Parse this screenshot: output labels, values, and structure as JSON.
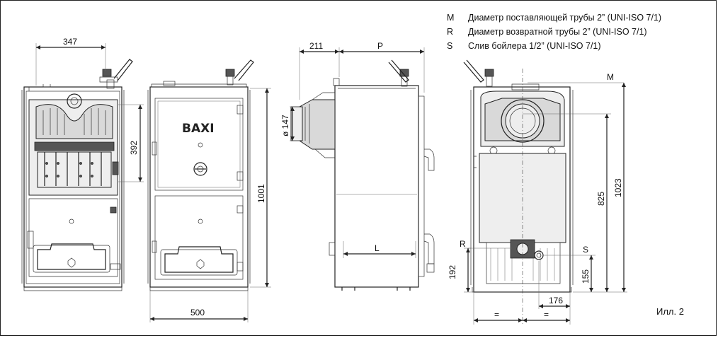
{
  "legend": [
    {
      "code": "M",
      "text": "Диаметр поставляющей трубы 2” (UNI-ISO 7/1)"
    },
    {
      "code": "R",
      "text": "Диаметр возвратной трубы 2” (UNI-ISO 7/1)"
    },
    {
      "code": "S",
      "text": "Слив бойлера 1/2” (UNI-ISO 7/1)"
    }
  ],
  "brand": "BAXI",
  "caption": "Илл. 2",
  "dimensions": {
    "d347": "347",
    "d392": "392",
    "d500": "500",
    "d1001": "1001",
    "d211": "211",
    "dP": "P",
    "d147": "ø 147",
    "dL": "L",
    "d825": "825",
    "d1023": "1023",
    "d192": "192",
    "d155": "155",
    "d176": "176",
    "eq1": "=",
    "eq2": "=",
    "labelM": "M",
    "labelR": "R",
    "labelS": "S"
  },
  "colors": {
    "line": "#222222",
    "fill_gray": "#d9d9d9",
    "fill_light": "#eeeeee"
  }
}
